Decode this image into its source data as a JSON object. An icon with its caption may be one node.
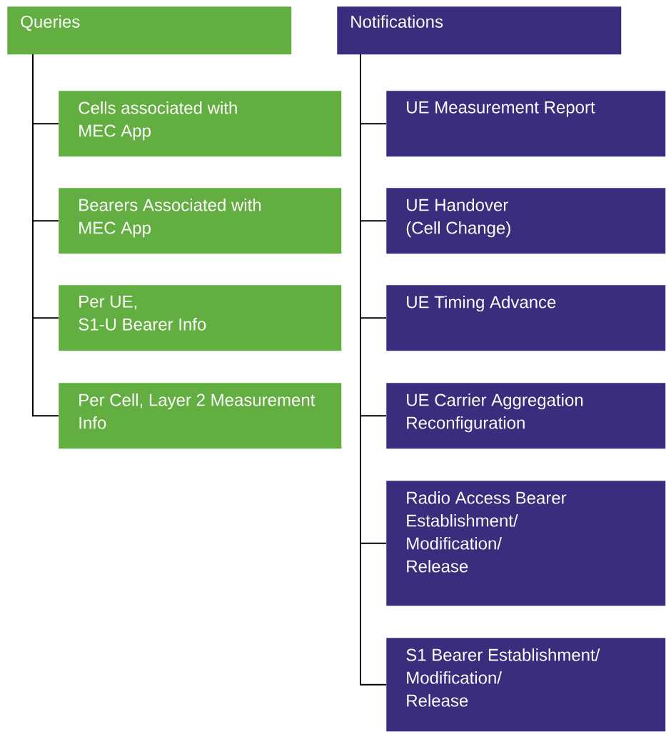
{
  "diagram": {
    "nodes": [
      {
        "text": [
          "Queries"
        ]
      },
      {
        "text": [
          "Cells associated with MEC App"
        ]
      },
      {
        "text": [
          "Bearers Associated with MEC App"
        ]
      },
      {
        "text": [
          "Per UE, S1-U Bearer Info"
        ]
      },
      {
        "text": [
          "Per Cell, Layer 2 Measurement Info"
        ]
      },
      {
        "text": [
          "Notifications"
        ]
      },
      {
        "text": [
          "UE Measurement Report"
        ]
      },
      {
        "text": [
          "UE Handover (Cell Change)"
        ]
      },
      {
        "text": [
          "UE Timing Advance"
        ]
      },
      {
        "text": [
          "UE Carrier Aggregation Reconfiguration"
        ]
      },
      {
        "text": [
          "Radio Access Bearer Establishment/ Modification/ Release"
        ]
      },
      {
        "text": [
          "S1 Bearer Establishment/ Modification/ Release"
        ]
      }
    ],
    "edges": [
      {
        "from": 0,
        "to": 1,
        "arrow": "none"
      },
      {
        "from": 0,
        "to": 2,
        "arrow": "none"
      },
      {
        "from": 0,
        "to": 3,
        "arrow": "none"
      },
      {
        "from": 0,
        "to": 4,
        "arrow": "none"
      },
      {
        "from": 5,
        "to": 6,
        "arrow": "none"
      },
      {
        "from": 5,
        "to": 7,
        "arrow": "none"
      },
      {
        "from": 5,
        "to": 8,
        "arrow": "none"
      },
      {
        "from": 5,
        "to": 9,
        "arrow": "none"
      },
      {
        "from": 5,
        "to": 10,
        "arrow": "none"
      },
      {
        "from": 5,
        "to": 11,
        "arrow": "none"
      }
    ]
  }
}
